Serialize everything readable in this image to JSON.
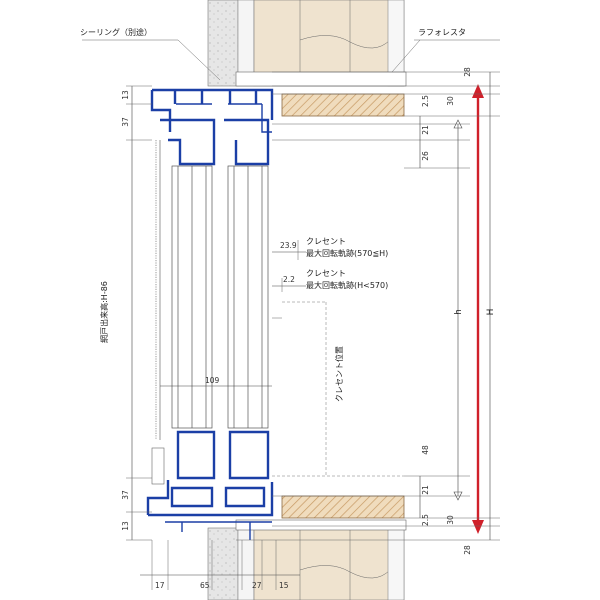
{
  "labels": {
    "sealing": "シーリング（別途）",
    "laforesta": "ラフォレスタ",
    "crescent1_line1": "クレセント",
    "crescent1_line2": "最大回転軌跡(570≦H)",
    "crescent2_line1": "クレセント",
    "crescent2_line2": "最大回転軌跡(H<570)",
    "crescent_position": "クレセント位置",
    "screen_height": "網戸出来高:H-86",
    "h": "h",
    "H": "H"
  },
  "dimensions": {
    "top_28": "28",
    "top_30": "30",
    "top_2_5": "2.5",
    "top_21": "21",
    "top_26": "26",
    "left_13_top": "13",
    "left_37_top": "37",
    "left_37_bottom": "37",
    "left_13_bottom": "13",
    "offset_23_9": "23.9",
    "offset_2_2": "2.2",
    "width_109": "109",
    "bot_48": "48",
    "bot_21": "21",
    "bot_2_5": "2.5",
    "bot_30": "30",
    "bot_28": "28",
    "base_17": "17",
    "base_65": "65",
    "base_27": "27",
    "base_15": "15"
  },
  "colors": {
    "frame": "#1b3fa6",
    "arrow": "#d0202a",
    "wood": "#e8d2b0",
    "insulation": "#f3e7d5",
    "wall": "#e4e4e4"
  }
}
